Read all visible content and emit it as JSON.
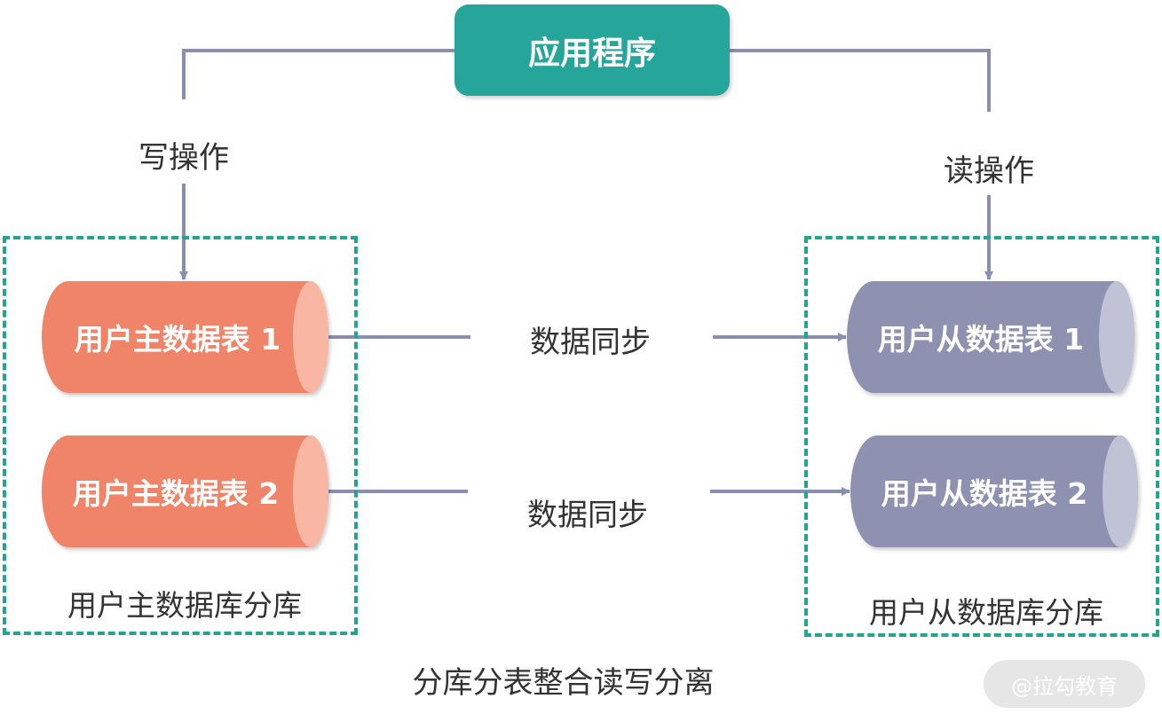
{
  "colors": {
    "app_box": "#26a69a",
    "line": "#8a8faf",
    "dashed_border": "#23a48e",
    "master_body": "#f08467",
    "master_cap": "#f8b6a3",
    "slave_body": "#8e91b0",
    "slave_cap": "#c0c2d6"
  },
  "app": {
    "label": "应用程序"
  },
  "write_op": {
    "label": "写操作"
  },
  "read_op": {
    "label": "读操作"
  },
  "master_group": {
    "label": "用户主数据库分库",
    "tables": [
      {
        "label": "用户主数据表 1"
      },
      {
        "label": "用户主数据表 2"
      }
    ]
  },
  "slave_group": {
    "label": "用户从数据库分库",
    "tables": [
      {
        "label": "用户从数据表 1"
      },
      {
        "label": "用户从数据表 2"
      }
    ]
  },
  "sync": [
    {
      "label": "数据同步"
    },
    {
      "label": "数据同步"
    }
  ],
  "caption": "分库分表整合读写分离",
  "watermark": "@拉勾教育"
}
